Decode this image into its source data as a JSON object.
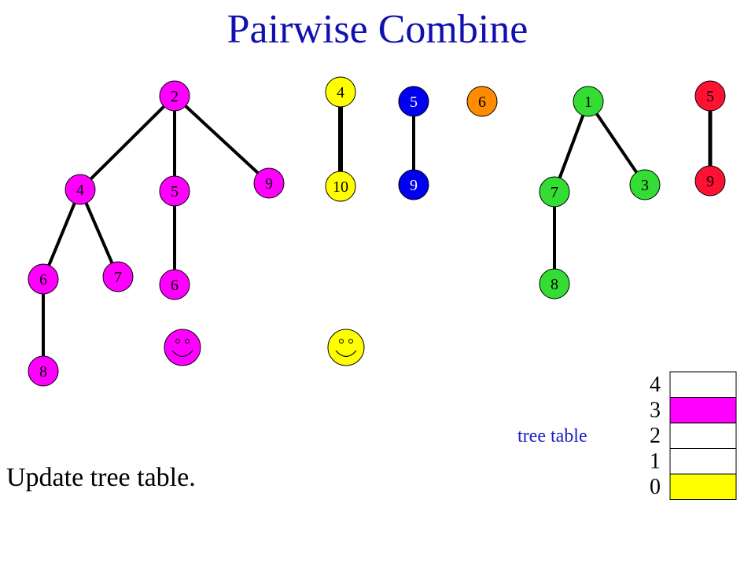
{
  "title": "Pairwise Combine",
  "caption": "Update tree table.",
  "tree_table": {
    "label": "tree table",
    "rows": [
      {
        "index": "4",
        "color": "#ffffff"
      },
      {
        "index": "3",
        "color": "#ff00ff"
      },
      {
        "index": "2",
        "color": "#ffffff"
      },
      {
        "index": "1",
        "color": "#ffffff"
      },
      {
        "index": "0",
        "color": "#ffff00"
      }
    ]
  },
  "colors": {
    "magenta": "#ff00ff",
    "yellow": "#ffff00",
    "blue": "#0000ee",
    "orange": "#ff8c00",
    "green": "#33dd33",
    "red": "#ff1133",
    "title": "#1010b0",
    "table_label": "#2020c8"
  },
  "nodes": [
    {
      "id": "m2",
      "label": "2",
      "color": "magenta",
      "text": "#000"
    },
    {
      "id": "m4",
      "label": "4",
      "color": "magenta",
      "text": "#000"
    },
    {
      "id": "m5",
      "label": "5",
      "color": "magenta",
      "text": "#000"
    },
    {
      "id": "m9",
      "label": "9",
      "color": "magenta",
      "text": "#000"
    },
    {
      "id": "m6a",
      "label": "6",
      "color": "magenta",
      "text": "#000"
    },
    {
      "id": "m7",
      "label": "7",
      "color": "magenta",
      "text": "#000"
    },
    {
      "id": "m6b",
      "label": "6",
      "color": "magenta",
      "text": "#000"
    },
    {
      "id": "m8",
      "label": "8",
      "color": "magenta",
      "text": "#000"
    },
    {
      "id": "y4",
      "label": "4",
      "color": "yellow",
      "text": "#000"
    },
    {
      "id": "y10",
      "label": "10",
      "color": "yellow",
      "text": "#000"
    },
    {
      "id": "b5",
      "label": "5",
      "color": "blue",
      "text": "#ffffff"
    },
    {
      "id": "b9",
      "label": "9",
      "color": "blue",
      "text": "#ffffff"
    },
    {
      "id": "o6",
      "label": "6",
      "color": "orange",
      "text": "#000"
    },
    {
      "id": "g1",
      "label": "1",
      "color": "green",
      "text": "#000"
    },
    {
      "id": "g7",
      "label": "7",
      "color": "green",
      "text": "#000"
    },
    {
      "id": "g3",
      "label": "3",
      "color": "green",
      "text": "#000"
    },
    {
      "id": "g8",
      "label": "8",
      "color": "green",
      "text": "#000"
    },
    {
      "id": "r5",
      "label": "5",
      "color": "red",
      "text": "#000"
    },
    {
      "id": "r9",
      "label": "9",
      "color": "red",
      "text": "#000"
    }
  ],
  "edges": [
    [
      "m2",
      "m4"
    ],
    [
      "m2",
      "m5"
    ],
    [
      "m2",
      "m9"
    ],
    [
      "m4",
      "m6a"
    ],
    [
      "m4",
      "m7"
    ],
    [
      "m5",
      "m6b"
    ],
    [
      "m6a",
      "m8"
    ],
    [
      "y4",
      "y10"
    ],
    [
      "b5",
      "b9"
    ],
    [
      "g1",
      "g7"
    ],
    [
      "g1",
      "g3"
    ],
    [
      "g7",
      "g8"
    ],
    [
      "r5",
      "r9"
    ]
  ],
  "smileys": [
    {
      "id": "smiley-magenta",
      "color": "magenta"
    },
    {
      "id": "smiley-yellow",
      "color": "yellow"
    }
  ]
}
